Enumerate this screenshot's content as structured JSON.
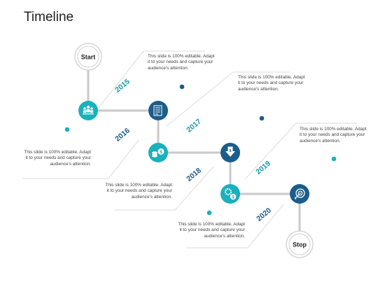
{
  "title": "Timeline",
  "start_label": "Start",
  "stop_label": "Stop",
  "years": [
    "2015",
    "2016",
    "2017",
    "2018",
    "2019",
    "2020"
  ],
  "description": "This slide is 100% editable. Adapt it to your needs and capture your audience's attention.",
  "colors": {
    "teal": "#1ab0bc",
    "navy": "#1b5d8c",
    "line": "#c9c9c9",
    "year_teal": "#1a9aa6",
    "year_navy": "#1b5d8c"
  },
  "icons": [
    "people-icon",
    "document-icon",
    "coins-icon",
    "down-arrow-icon",
    "gear-dollar-icon",
    "target-icon"
  ]
}
